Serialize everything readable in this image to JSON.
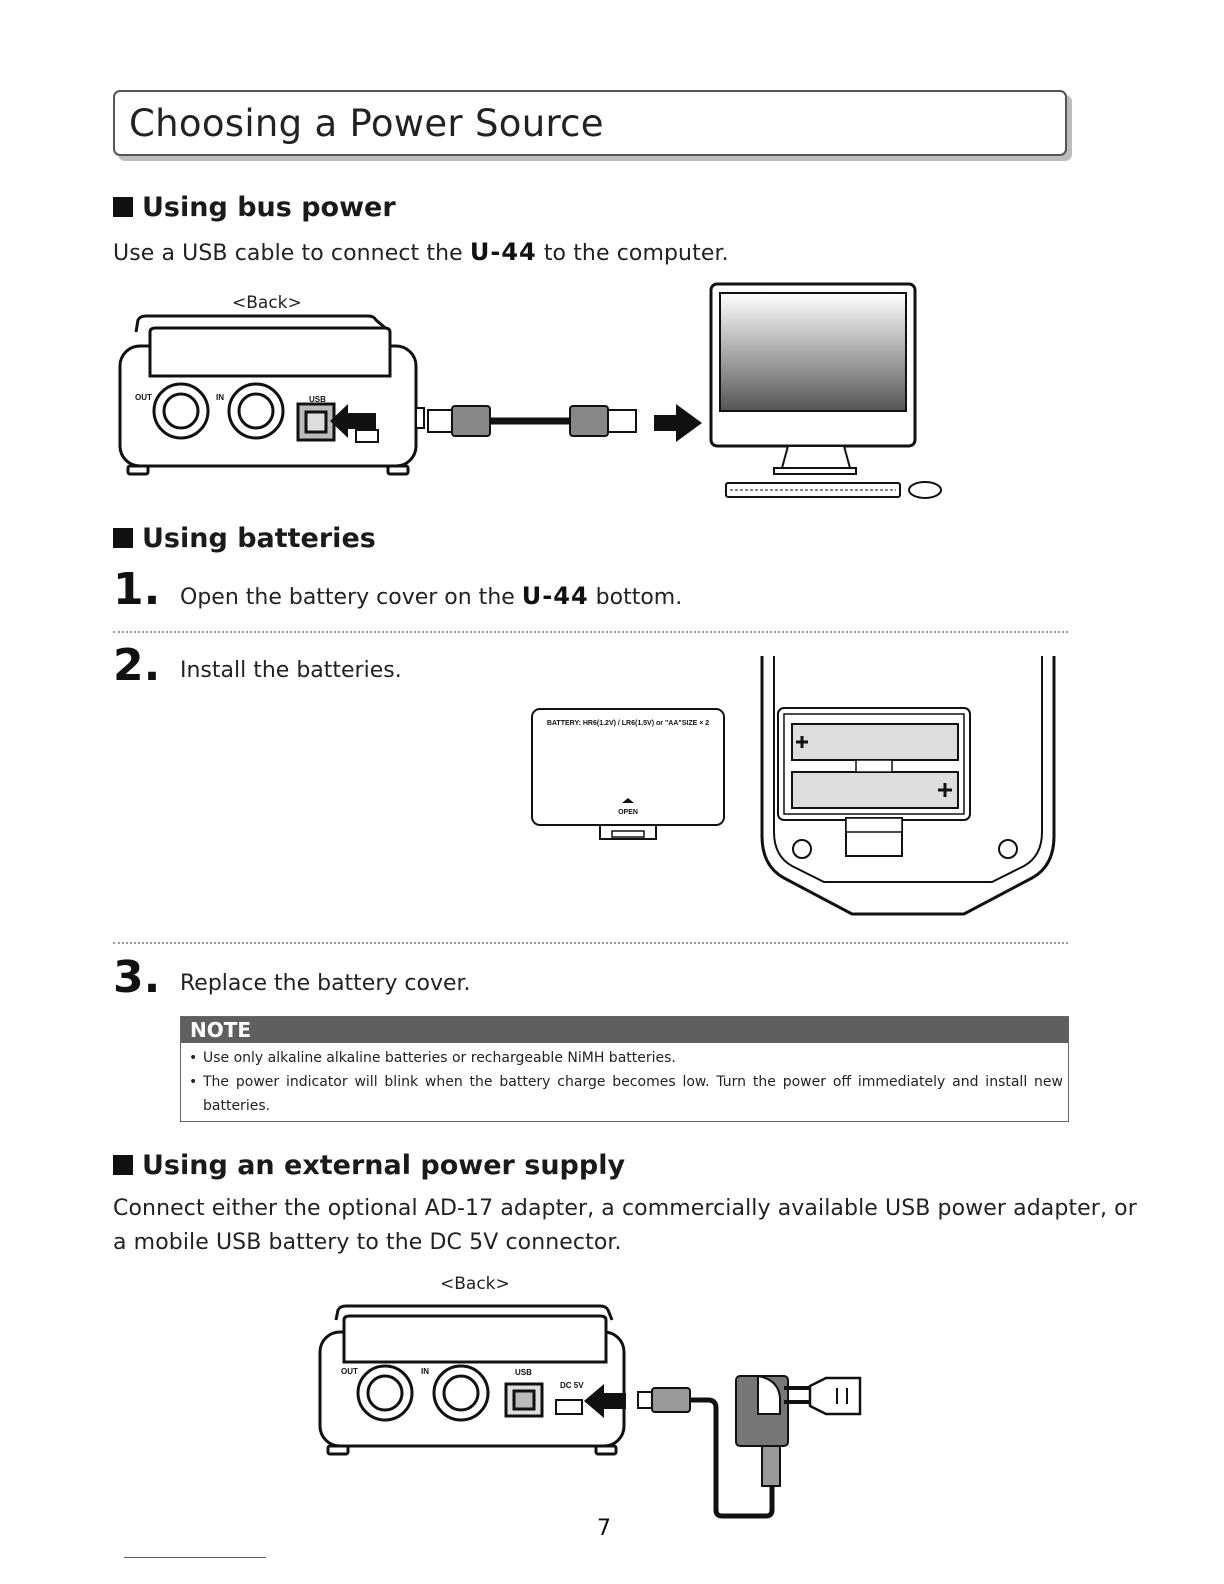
{
  "page_title": "Choosing a Power Source",
  "bus_power": {
    "heading": "Using bus power",
    "text_before": "Use a USB cable to connect the",
    "model": "U-44",
    "text_after": "to the computer.",
    "back_label": "<Back>",
    "device_labels": {
      "out": "OUT",
      "in": "IN",
      "usb": "USB"
    }
  },
  "batteries": {
    "heading": "Using batteries",
    "steps": [
      {
        "num": "1.",
        "text_before": "Open the battery cover on the",
        "model": "U-44",
        "text_after": "bottom."
      },
      {
        "num": "2.",
        "text": "Install the batteries."
      },
      {
        "num": "3.",
        "text": "Replace the battery cover."
      }
    ],
    "cover_label": "BATTERY: HR6(1.2V) / LR6(1.5V) or \"AA\"SIZE × 2",
    "open_label": "OPEN"
  },
  "note": {
    "heading": "NOTE",
    "items": [
      "Use only alkaline alkaline batteries or rechargeable NiMH batteries.",
      "The power indicator will blink when the battery charge becomes low. Turn the power off immediately and install new batteries."
    ]
  },
  "external": {
    "heading": "Using an external power supply",
    "text_line1": "Connect either the optional AD-17 adapter, a commercially available USB power adapter, or",
    "text_line2": "a mobile USB battery to the DC 5V connector.",
    "back_label": "<Back>",
    "device_labels": {
      "out": "OUT",
      "in": "IN",
      "usb": "USB",
      "dc": "DC 5V"
    }
  },
  "page_number": "7"
}
